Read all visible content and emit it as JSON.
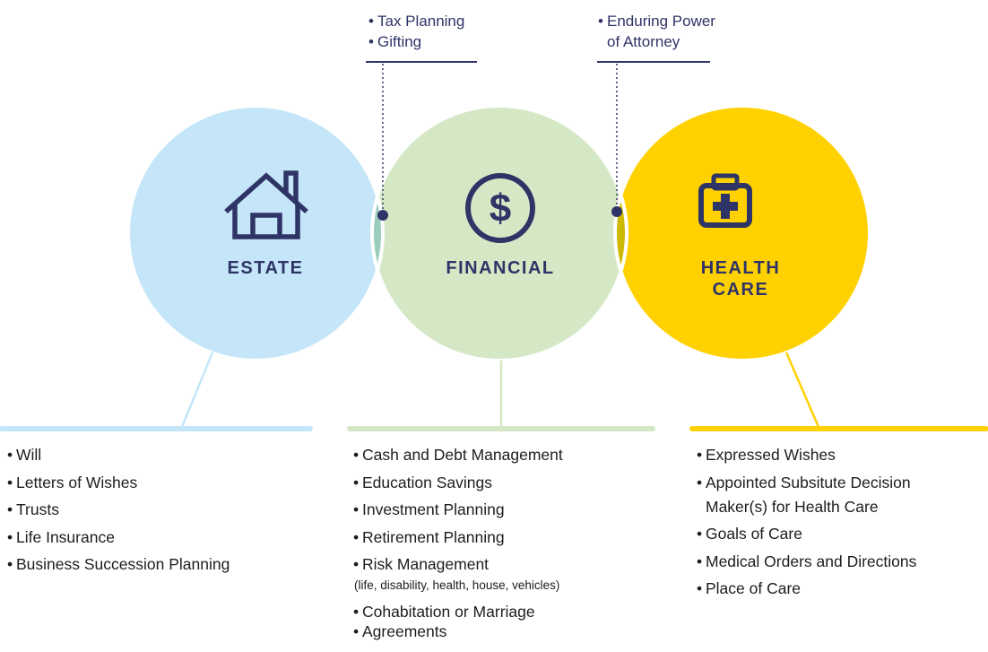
{
  "callouts": {
    "estate_financial": [
      "Tax Planning",
      "Gifting"
    ],
    "financial_health": {
      "line1": "Enduring Power",
      "line2": "of Attorney"
    }
  },
  "circles": {
    "estate": {
      "label": "ESTATE",
      "icon": "house-icon",
      "color": "#c4e6f8"
    },
    "financial": {
      "label": "FINANCIAL",
      "icon": "dollar-icon",
      "color": "#d4e8c6"
    },
    "health": {
      "label_line1": "HEALTH",
      "label_line2": "CARE",
      "icon": "medical-kit-icon",
      "color": "#ffd100"
    },
    "overlap_colors": {
      "estate_financial": "#9acdbc",
      "financial_health": "#cdb900"
    }
  },
  "columns": {
    "estate": [
      "Will",
      "Letters of Wishes",
      "Trusts",
      "Life Insurance",
      "Business Succession Planning"
    ],
    "financial": {
      "items_top": [
        "Cash and Debt Management",
        "Education Savings",
        "Investment Planning",
        "Retirement Planning"
      ],
      "risk": {
        "label": "Risk Management",
        "detail": "(life, disability, health, house, vehicles)"
      },
      "items_bottom": [
        "Cohabitation or Marriage",
        "Agreements"
      ]
    },
    "health": {
      "item1": "Expressed Wishes",
      "item2_line1": "Appointed Subsitute Decision",
      "item2_line2": "Maker(s) for Health Care",
      "items_rest": [
        "Goals of Care",
        "Medical Orders and Directions",
        "Place of Care"
      ]
    }
  },
  "colors": {
    "text_dark": "#2f3466",
    "estate_line": "#c4e6f8",
    "financial_line": "#d4e8c6",
    "health_line": "#ffd100"
  }
}
